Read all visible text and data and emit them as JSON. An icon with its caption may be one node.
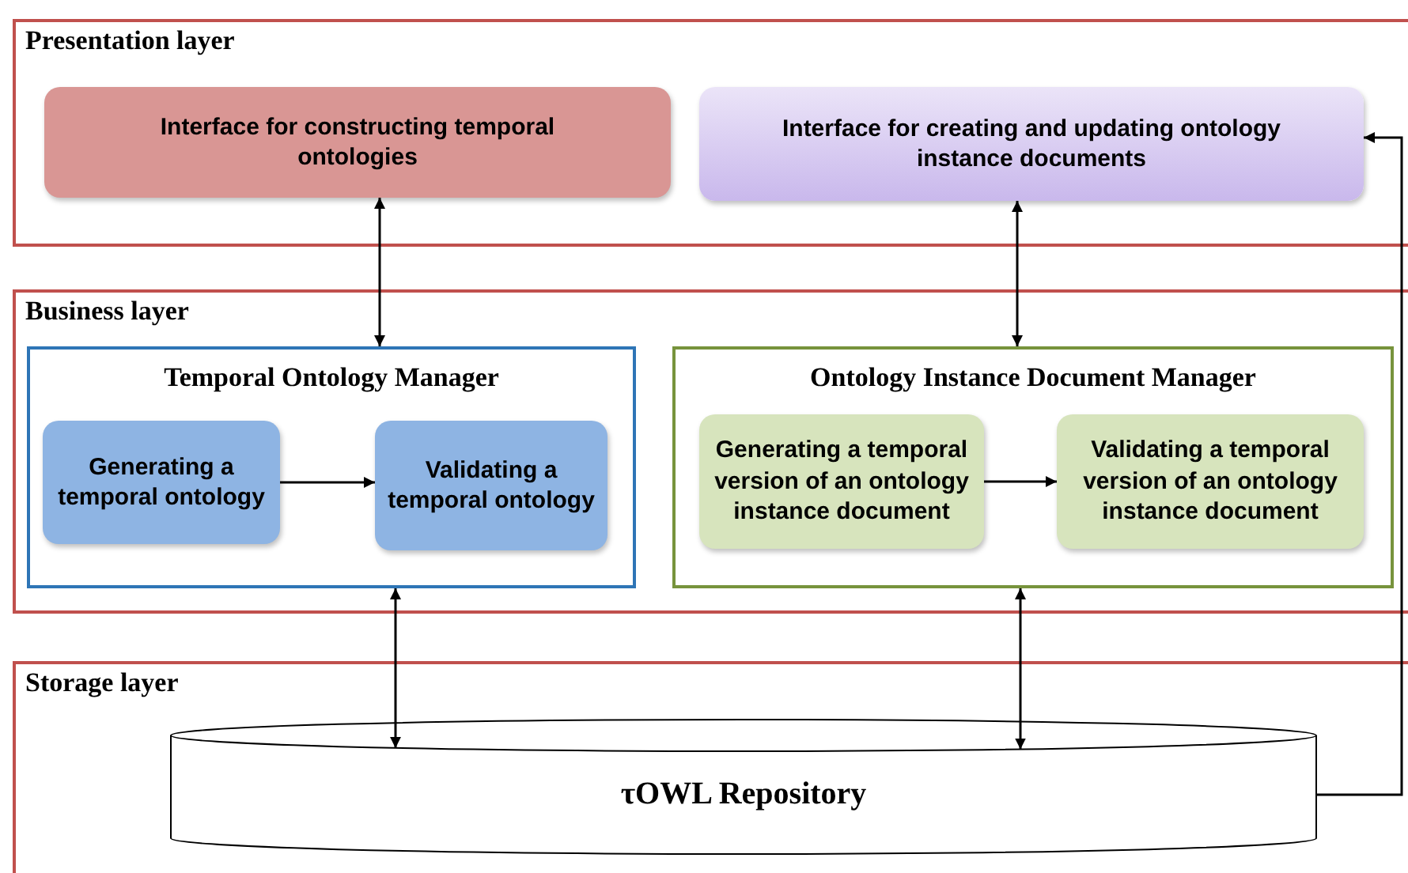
{
  "diagram": {
    "nodes": [
      {
        "text": [
          "Presentation layer"
        ]
      },
      {
        "text": [
          "Interface for constructing  temporal ontologies"
        ],
        "in": 0
      },
      {
        "text": [
          "Interface for creating and updating ontology instance documents"
        ],
        "in": 0
      },
      {
        "text": [
          "Business layer"
        ]
      },
      {
        "text": [
          "Temporal Ontology Manager"
        ],
        "in": 3
      },
      {
        "text": [
          "Generating a temporal ontology"
        ],
        "in": 4
      },
      {
        "text": [
          "Validating a temporal ontology"
        ],
        "in": 4
      },
      {
        "text": [
          "Ontology Instance Document Manager"
        ],
        "in": 3
      },
      {
        "text": [
          "Generating a temporal version of an ontology instance document"
        ],
        "in": 7
      },
      {
        "text": [
          "Validating a temporal version  of an ontology instance document"
        ],
        "in": 7
      },
      {
        "text": [
          "Storage layer"
        ]
      },
      {
        "text": [
          "τOWL Repository"
        ],
        "in": 10
      }
    ],
    "edges": [
      {
        "from": 1,
        "to": 4,
        "arrow": "both"
      },
      {
        "from": 2,
        "to": 7,
        "arrow": "both"
      },
      {
        "from": 5,
        "to": 6,
        "arrow": "to"
      },
      {
        "from": 8,
        "to": 9,
        "arrow": "to"
      },
      {
        "from": 4,
        "to": 11,
        "arrow": "both"
      },
      {
        "from": 7,
        "to": 11,
        "arrow": "both"
      },
      {
        "from": 11,
        "to": 2,
        "arrow": "to"
      }
    ]
  }
}
